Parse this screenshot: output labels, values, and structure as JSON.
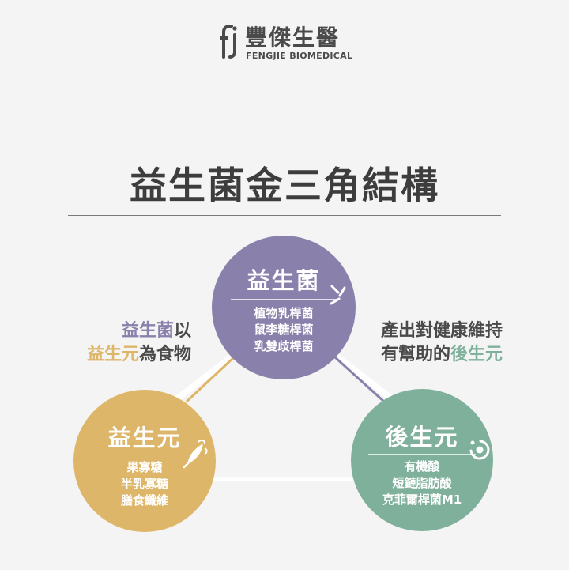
{
  "logo": {
    "name_cn": "豐傑生醫",
    "name_en": "FENGJIE BIOMEDICAL"
  },
  "title": "益生菌金三角結構",
  "colors": {
    "probiotic": "#8a80ac",
    "prebiotic": "#ddb66a",
    "postbiotic": "#7fb09c",
    "text": "#3d3d3d"
  },
  "circles": {
    "probiotic": {
      "name": "益生菌",
      "items": [
        "植物乳桿菌",
        "鼠李糖桿菌",
        "乳雙歧桿菌"
      ],
      "icon": "bacteria-icon"
    },
    "prebiotic": {
      "name": "益生元",
      "items": [
        "果寡糖",
        "半乳寡糖",
        "膳食纖維"
      ],
      "icon": "fiber-leaf-icon"
    },
    "postbiotic": {
      "name": "後生元",
      "items": [
        "有機酸",
        "短鏈脂肪酸",
        "克菲爾桿菌M1"
      ],
      "icon": "molecule-icon"
    }
  },
  "notes": {
    "left": {
      "line1_a": "益生菌",
      "line1_b": "以",
      "line2_a": "益生元",
      "line2_b": "為食物"
    },
    "right": {
      "line1": "產出對健康維持",
      "line2_a": "有幫助的",
      "line2_b": "後生元"
    }
  }
}
